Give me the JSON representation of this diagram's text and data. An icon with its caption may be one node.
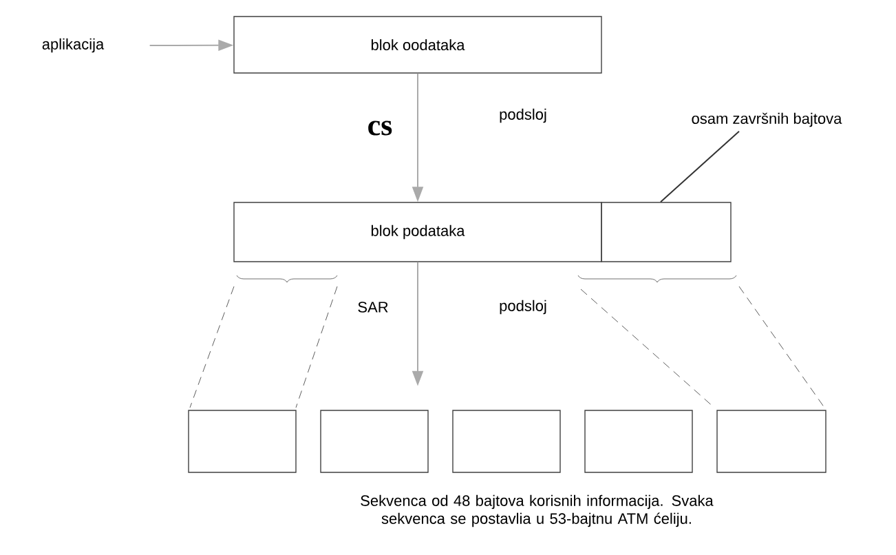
{
  "diagram": {
    "caption": "Sekvenca od 48 bajtova korisnih informacija. Svaka sekvenca se postavlia u 53-bajtnu ATM ćeliju.",
    "nodes": [
      {
        "text": [
          "aplikacija"
        ]
      },
      {
        "text": [
          "blok oodataka"
        ]
      },
      {
        "text": [
          "blok podataka"
        ]
      },
      {
        "text": [],
        "shape": "box"
      },
      {
        "text": [
          "osam završnih bajtova"
        ]
      },
      {
        "text": [],
        "shape": "box"
      },
      {
        "text": [],
        "shape": "box"
      },
      {
        "text": [],
        "shape": "box"
      },
      {
        "text": [],
        "shape": "box"
      },
      {
        "text": [],
        "shape": "box"
      }
    ],
    "edges": [
      {
        "from": 0,
        "to": 1,
        "arrow": "to"
      },
      {
        "from": 1,
        "to": 2,
        "arrow": "to"
      },
      {
        "from": 4,
        "to": 3,
        "arrow": "none",
        "color": "#333333"
      },
      {
        "from": 2,
        "to": null,
        "arrow": "to"
      }
    ],
    "labels": [
      "cs",
      "podsloj",
      "SAR",
      "podsloj"
    ]
  }
}
